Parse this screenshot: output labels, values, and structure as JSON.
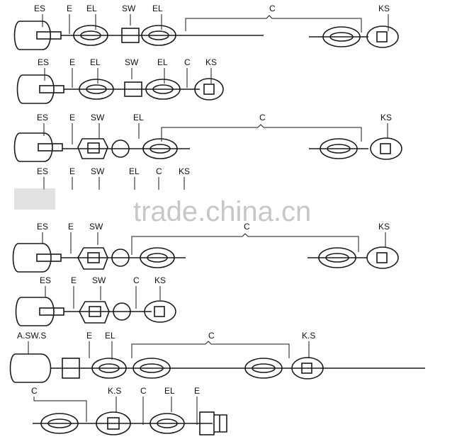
{
  "rows": [
    {
      "id": "row-1",
      "labels": [
        "ES",
        "E",
        "EL",
        "SW",
        "EL",
        "C",
        "KS"
      ]
    },
    {
      "id": "row-2",
      "labels": [
        "ES",
        "E",
        "EL",
        "SW",
        "EL",
        "C",
        "KS"
      ]
    },
    {
      "id": "row-3",
      "labels": [
        "ES",
        "E",
        "SW",
        "EL",
        "C",
        "KS"
      ]
    },
    {
      "id": "row-4",
      "labels": [
        "ES",
        "E",
        "SW",
        "EL",
        "C",
        "KS"
      ]
    },
    {
      "id": "row-5",
      "labels": [
        "ES",
        "E",
        "SW",
        "C",
        "KS"
      ]
    },
    {
      "id": "row-6",
      "labels": [
        "ES",
        "E",
        "SW",
        "C",
        "KS"
      ]
    },
    {
      "id": "row-7",
      "labels": [
        "A.SW.S",
        "E",
        "EL",
        "C",
        "K.S"
      ]
    },
    {
      "id": "row-8",
      "labels": [
        "C",
        "K.S",
        "C",
        "EL",
        "E"
      ]
    }
  ],
  "watermark": "trade.china.cn"
}
